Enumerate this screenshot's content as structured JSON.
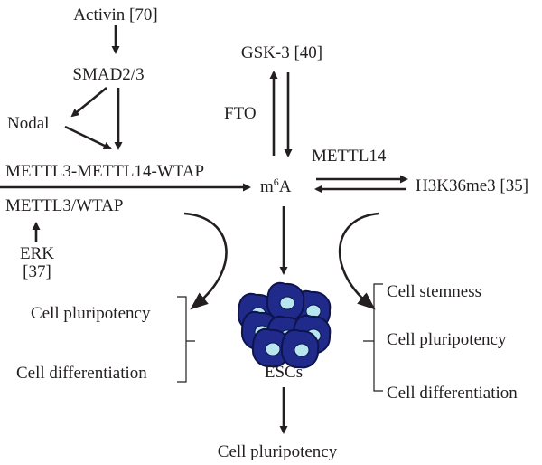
{
  "diagram": {
    "activin": "Activin [70]",
    "smad": "SMAD2/3",
    "nodal": "Nodal",
    "complex": "METTL3-METTL14-WTAP",
    "mettl3_wtap": "METTL3/WTAP",
    "erk": "ERK",
    "erk_ref": "[37]",
    "gsk3": "GSK-3 [40]",
    "fto": "FTO",
    "m6a_base": "m",
    "m6a_sup": "6",
    "m6a_end": "A",
    "mettl14": "METTL14",
    "h3k36": "H3K36me3 [35]",
    "left_outcomes": [
      "Cell pluripotency",
      "Cell differentiation"
    ],
    "right_outcomes": [
      "Cell stemness",
      "Cell pluripotency",
      "Cell differentiation"
    ],
    "escs": "ESCs",
    "bottom_outcome": "Cell pluripotency"
  },
  "colors": {
    "ink": "#231f20",
    "cell_fill": "#1f2a8a",
    "cell_edge": "#0d1450",
    "nucleus": "#b8e6ee"
  }
}
